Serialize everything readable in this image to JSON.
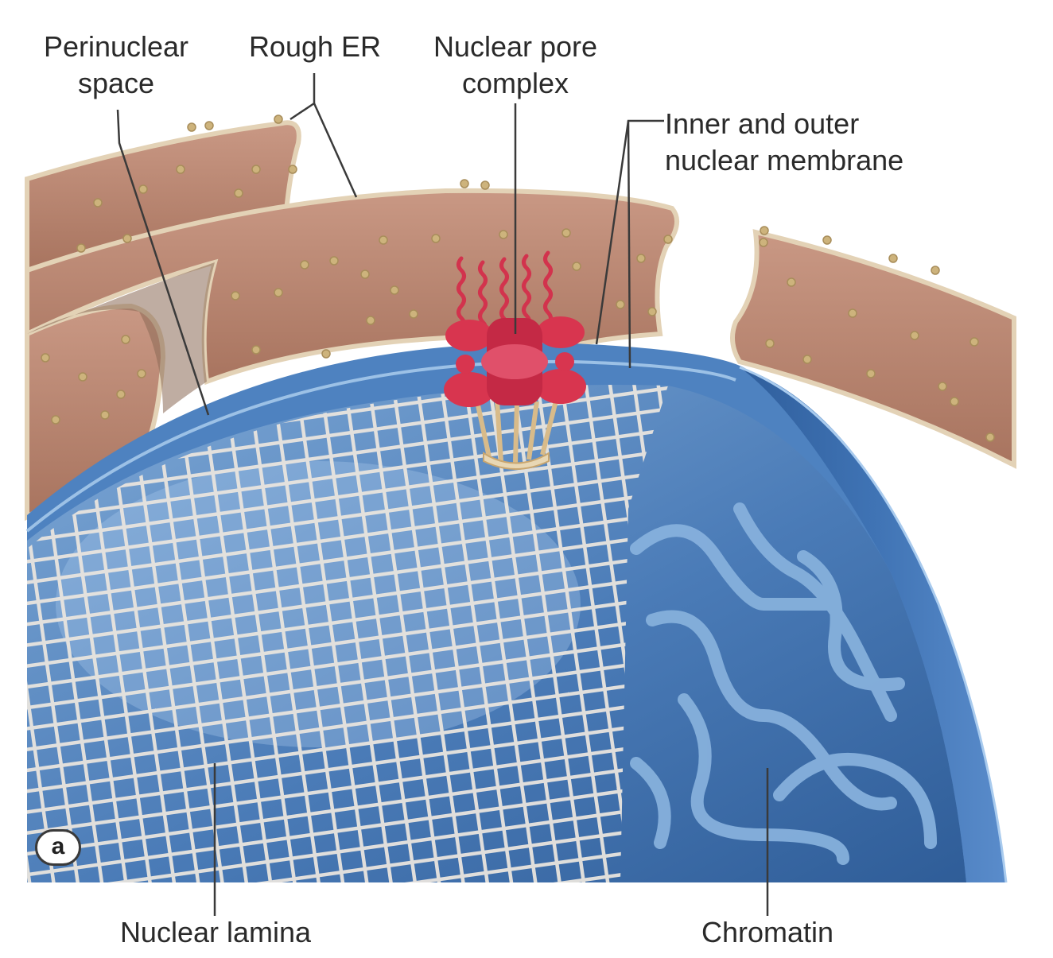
{
  "labels": {
    "perinuclear_space": [
      "Perinuclear",
      "space"
    ],
    "rough_er": "Rough ER",
    "nuclear_pore_complex": [
      "Nuclear pore",
      "complex"
    ],
    "nuclear_membrane": [
      "Inner and outer",
      "nuclear membrane"
    ],
    "nuclear_lamina": "Nuclear lamina",
    "chromatin": "Chromatin"
  },
  "panel_label": "a",
  "colors": {
    "er_fill": "#b98673",
    "er_rim": "#d9c4a6",
    "ribosome": "#c9b07a",
    "nucleus_blue": "#3f6ea8",
    "nucleus_light": "#6f9ccb",
    "membrane_blue": "#4e82c0",
    "lamina_mesh": "#e6e2dc",
    "pore_red": "#d2334d",
    "pore_basket": "#d8bb8a",
    "chromatin": "#7aa5d6",
    "leader_line": "#3a3a3a"
  }
}
